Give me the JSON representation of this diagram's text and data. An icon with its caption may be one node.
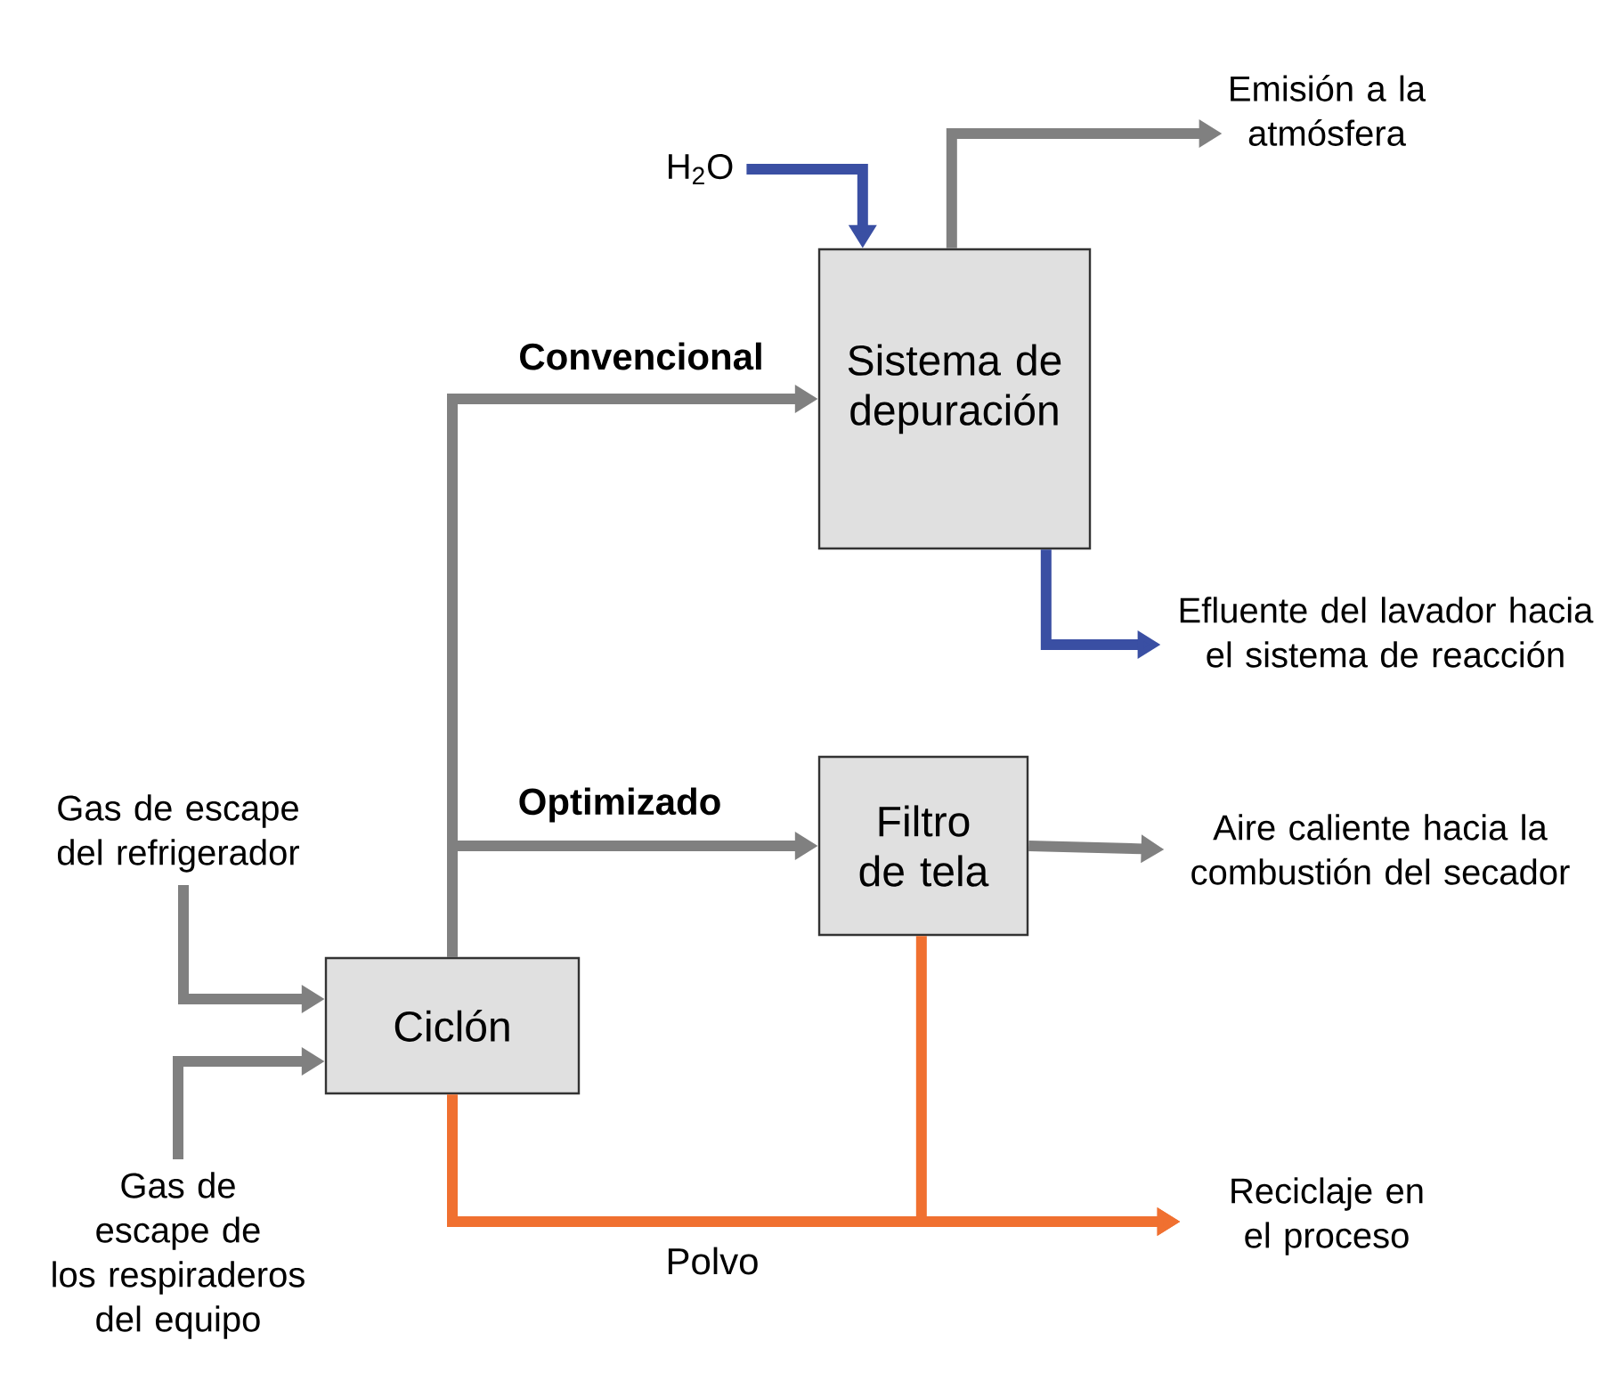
{
  "diagram": {
    "nodes": [
      {
        "text": [
          "Sistema de depuración"
        ]
      },
      {
        "text": [
          "Filtro de tela"
        ]
      },
      {
        "text": [
          "Ciclón"
        ]
      },
      {
        "text": [
          "H$_{2}$O"
        ]
      },
      {
        "text": [
          "Emisión a la atmósfera"
        ]
      },
      {
        "text": [
          "Efluente del lavador hacia el sistema de reacción"
        ]
      },
      {
        "text": [
          "Aire caliente hacia la combustión del secador"
        ]
      },
      {
        "text": [
          "Gas de escape del refrigerador"
        ]
      },
      {
        "text": [
          "Gas de escape de los respiraderos del equipo"
        ]
      },
      {
        "text": [
          "Reciclaje en el proceso"
        ]
      }
    ],
    "edges": [
      {
        "from": 2,
        "to": 0,
        "arrow": "to",
        "label": "Convencional"
      },
      {
        "from": 2,
        "to": 1,
        "arrow": "to",
        "label": "Optimizado"
      },
      {
        "from": 3,
        "to": 0,
        "arrow": "to",
        "color": "#3a4fa3"
      },
      {
        "from": 0,
        "to": 4,
        "arrow": "to"
      },
      {
        "from": 0,
        "to": 5,
        "arrow": "to",
        "color": "#3a4fa3"
      },
      {
        "from": 1,
        "to": 6,
        "arrow": "to"
      },
      {
        "from": 7,
        "to": 2,
        "arrow": "to"
      },
      {
        "from": 8,
        "to": 2,
        "arrow": "to"
      },
      {
        "from": 2,
        "to": 9,
        "arrow": "to",
        "label": "Polvo",
        "color": "#f07030"
      },
      {
        "from": 1,
        "to": 9,
        "arrow": "to",
        "color": "#f07030"
      }
    ]
  }
}
